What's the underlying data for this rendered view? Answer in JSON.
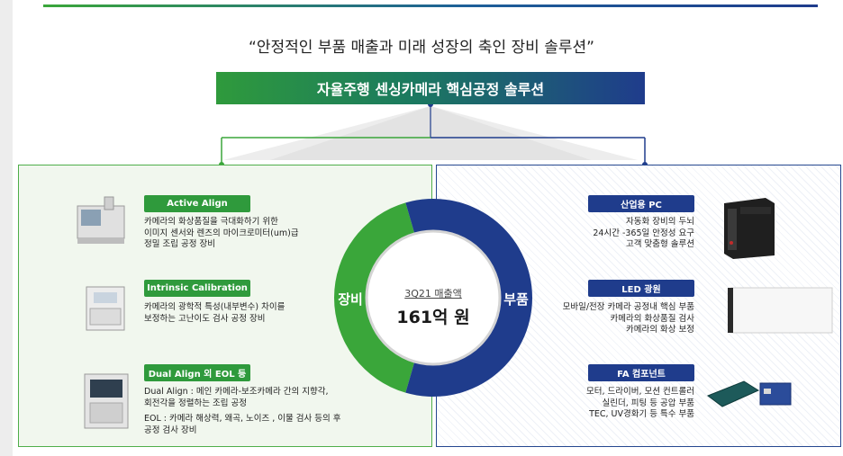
{
  "quote": "“안정적인 부품 매출과 미래 성장의 축인 장비 솔루션”",
  "banner": "자율주행 센싱카메라 핵심공정 솔루션",
  "colors": {
    "green": "#2f9a3c",
    "blue": "#1f3c8c",
    "panel_green_bg": "#f1f7ee"
  },
  "equipment": {
    "items": [
      {
        "tag": "Active Align",
        "lines": [
          "카메라의 화상품질을 극대화하기 위한",
          "이미지 센서와 렌즈의 마이크로미터(um)급",
          "정밀 조립 공정 장비"
        ]
      },
      {
        "tag": "Intrinsic Calibration",
        "lines": [
          "카메라의 광학적 특성(내부변수) 차이를",
          "보정하는 고난이도 검사 공정 장비"
        ]
      },
      {
        "tag": "Dual Align 외 EOL 등",
        "lines": [
          "Dual Align : 메인 카메라-보조카메라 간의 지향각,",
          "회전각을 정렬하는 조립 공정",
          "EOL : 카메라 해상력, 왜곡, 노이즈 , 이물 검사 등의 후",
          "공정 검사 장비"
        ]
      }
    ]
  },
  "parts": {
    "items": [
      {
        "tag": "산업용 PC",
        "lines": [
          "자동화 장비의 두뇌",
          "24시간 -365일 안정성 요구",
          "고객 맞춤형 솔루션"
        ]
      },
      {
        "tag": "LED 광원",
        "lines": [
          "모바일/전장 카메라  공정내 핵심 부품",
          "카메라의 화상품질 검사",
          "카메라의 화상 보정"
        ]
      },
      {
        "tag": "FA 컴포넌트",
        "lines": [
          "모터, 드라이버, 모션 컨트롤러",
          "실린더, 피팅 등 공압 부품",
          "TEC, UV경화기 등 특수 부품"
        ]
      }
    ]
  },
  "chart_data": {
    "type": "pie",
    "title": "3Q21 매출액",
    "center_value": "161억 원",
    "slices": [
      {
        "label": "장비",
        "share": 0.41,
        "color": "#3aa63a"
      },
      {
        "label": "부품",
        "share": 0.59,
        "color": "#1f3c8c"
      }
    ]
  }
}
